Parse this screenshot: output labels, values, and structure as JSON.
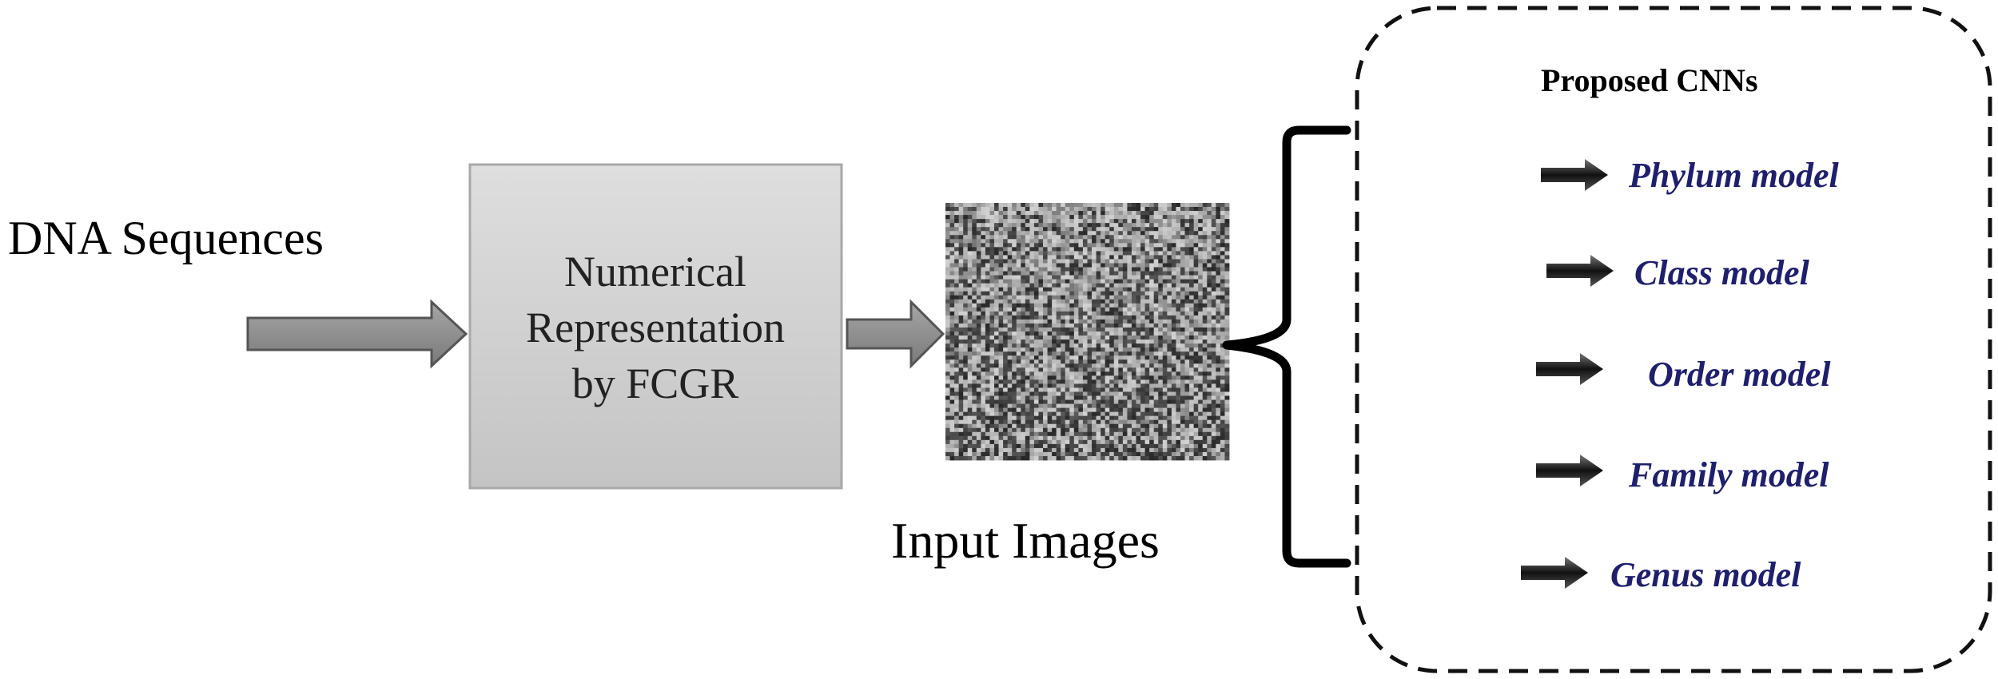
{
  "input_label": "DNA Sequences",
  "process_box": {
    "lines": [
      "Numerical",
      "Representation",
      "by FCGR"
    ]
  },
  "image_label": "Input Images",
  "cnn_panel": {
    "title": "Proposed CNNs",
    "models": [
      {
        "label": "Phylum model",
        "icon": "right-arrow-icon"
      },
      {
        "label": "Class model",
        "icon": "right-arrow-icon"
      },
      {
        "label": "Order model",
        "icon": "right-arrow-icon"
      },
      {
        "label": "Family model",
        "icon": "right-arrow-icon"
      },
      {
        "label": "Genus model",
        "icon": "right-arrow-icon"
      }
    ]
  },
  "colors": {
    "arrow_fill": "#8c8c8c",
    "arrow_stroke": "#555555",
    "box_fill": "#cfcfcf",
    "box_stroke": "#a8a8a8",
    "model_text": "#1f1f6e",
    "bracket": "#000000"
  }
}
